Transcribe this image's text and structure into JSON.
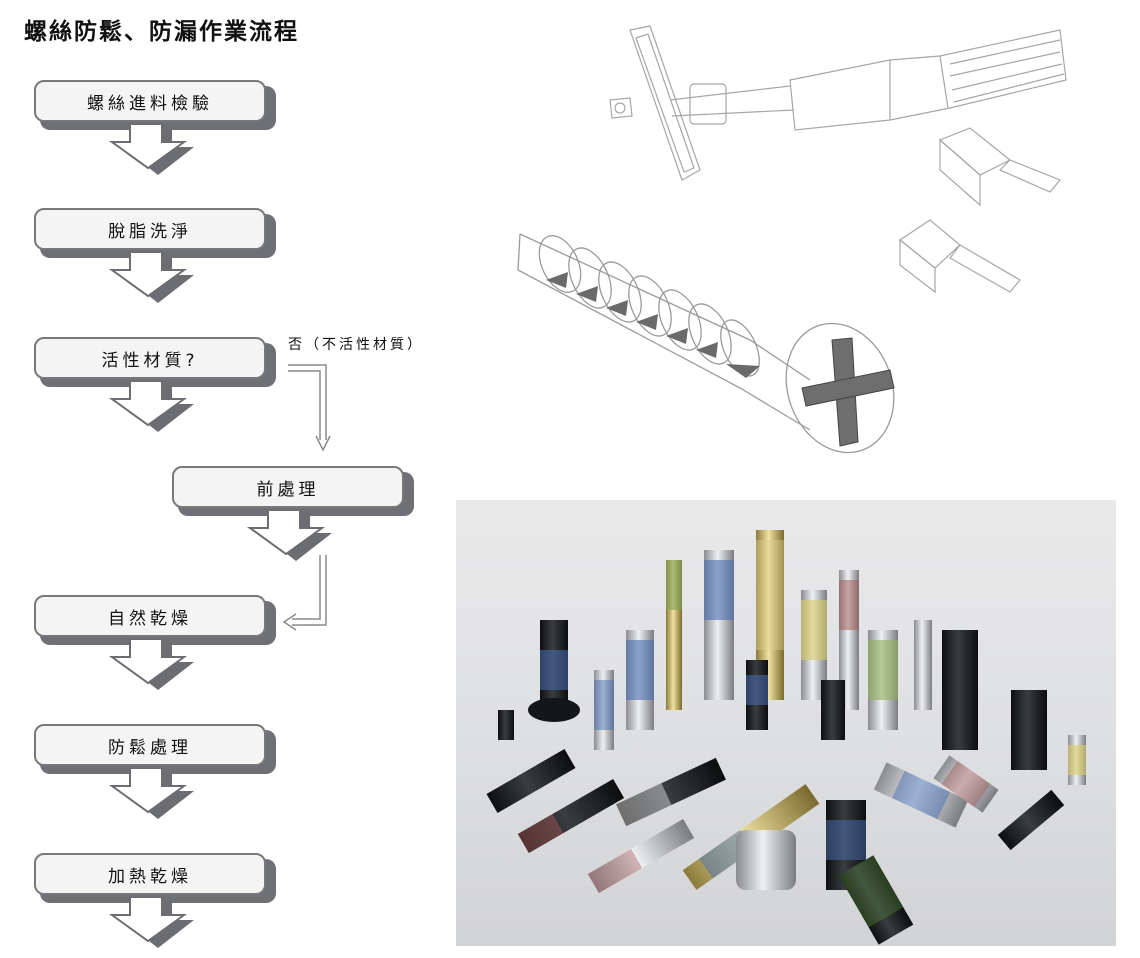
{
  "title": "螺絲防鬆、防漏作業流程",
  "steps": [
    {
      "label": "螺絲進料檢驗"
    },
    {
      "label": "脫脂洗淨"
    },
    {
      "label": "活性材質?"
    },
    {
      "label": "前處理"
    },
    {
      "label": "自然乾燥"
    },
    {
      "label": "防鬆處理"
    },
    {
      "label": "加熱乾燥"
    }
  ],
  "branch_note": "否（不活性材質）",
  "colors": {
    "box_fill": "#f4f4f5",
    "box_border": "#77787c",
    "box_shadow": "#6f7075",
    "arrow_fill": "#ffffff",
    "arrow_shadow": "#6c6d72",
    "line_art": "#9a9a9a",
    "coating_blue": "#4a6fb3",
    "coating_green": "#8fb05a",
    "coating_red": "#a0585a",
    "coating_yellow": "#d9cc62"
  },
  "illustrations": {
    "top": "screwdriver-line-drawing",
    "middle": "flat-head-screw-line-drawing",
    "photo": "assorted-coated-screws-photo"
  }
}
